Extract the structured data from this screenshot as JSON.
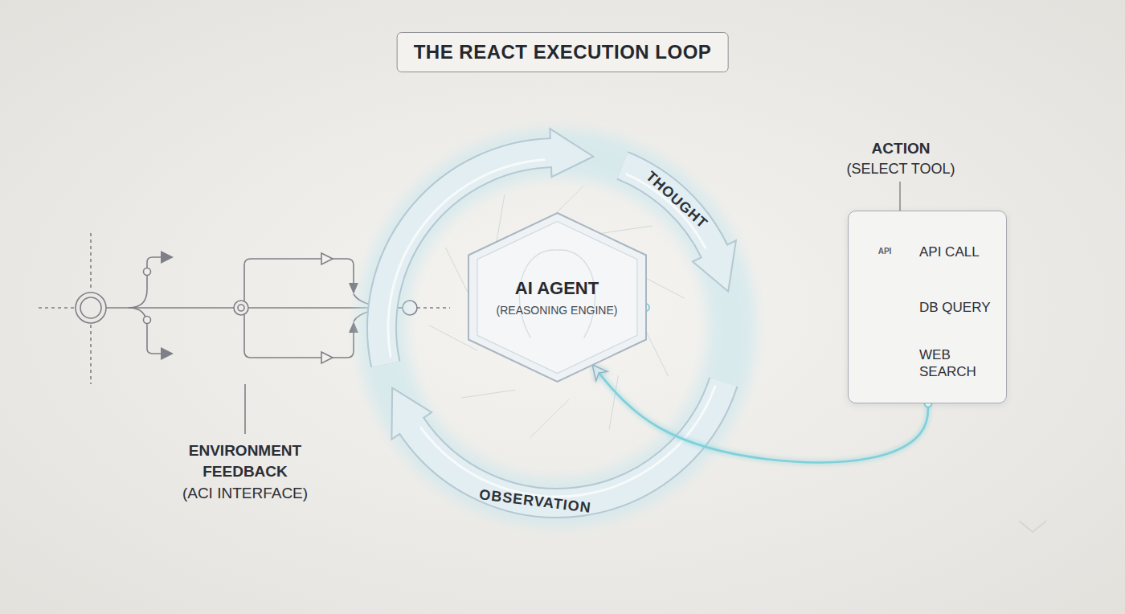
{
  "diagram": {
    "title": "THE REACT EXECUTION LOOP",
    "nodes": [
      {
        "text": [
          "AI AGENT",
          "(REASONING ENGINE)"
        ]
      },
      {
        "text": [
          "ACTION",
          "(SELECT TOOL)",
          "API CALL",
          "DB QUERY",
          "WEB SEARCH"
        ]
      }
    ],
    "edges": [
      {
        "from": 0,
        "to": 1,
        "label": "THOUGHT",
        "arrow": "to"
      },
      {
        "from": 1,
        "to": 0,
        "label": "OBSERVATION",
        "arrow": "to"
      }
    ],
    "labels": [
      "ENVIRONMENT FEEDBACK",
      "(ACI INTERFACE)",
      "API"
    ]
  }
}
